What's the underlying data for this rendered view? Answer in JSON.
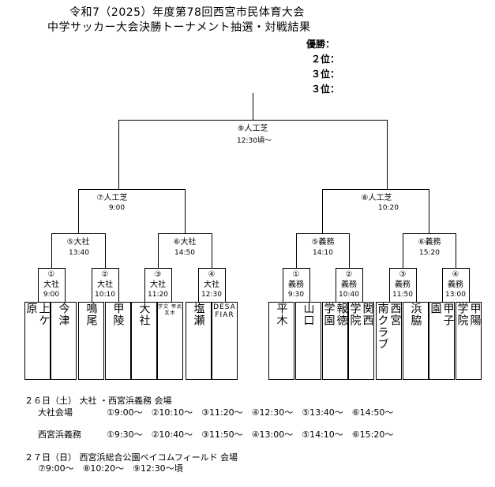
{
  "title": {
    "line1": "令和7（2025）年度第78回西宮市民体育大会",
    "line2": "中学サッカー大会決勝トーナメント抽選・対戦結果"
  },
  "results": [
    {
      "label": "優勝：",
      "value": ""
    },
    {
      "label": "２位：",
      "value": ""
    },
    {
      "label": "３位：",
      "value": ""
    },
    {
      "label": "３位：",
      "value": ""
    }
  ],
  "final": {
    "label": "⑨人工芝",
    "time": "12:30頃〜"
  },
  "semis": [
    {
      "label": "⑦人工芝",
      "time": "9:00"
    },
    {
      "label": "⑧人工芝",
      "time": "10:20"
    }
  ],
  "quarters": [
    {
      "label": "⑤大社",
      "time": "13:40"
    },
    {
      "label": "⑥大社",
      "time": "14:50"
    },
    {
      "label": "⑤義務",
      "time": "14:10"
    },
    {
      "label": "⑥義務",
      "time": "15:20"
    }
  ],
  "first_round": [
    {
      "num": "①",
      "venue": "大社",
      "time": "9:00"
    },
    {
      "num": "②",
      "venue": "大社",
      "time": "10:10"
    },
    {
      "num": "③",
      "venue": "大社",
      "time": "11:20"
    },
    {
      "num": "④",
      "venue": "大社",
      "time": "12:30"
    },
    {
      "num": "①",
      "venue": "義務",
      "time": "9:30"
    },
    {
      "num": "②",
      "venue": "義務",
      "time": "10:40"
    },
    {
      "num": "③",
      "venue": "義務",
      "time": "11:50"
    },
    {
      "num": "④",
      "venue": "義務",
      "time": "13:00"
    }
  ],
  "teams": [
    {
      "name": "上ケ原",
      "cols": [
        "上ケ",
        "原"
      ]
    },
    {
      "name": "今津",
      "cols": [
        "今津"
      ]
    },
    {
      "name": "鳴尾",
      "cols": [
        "鳴尾"
      ]
    },
    {
      "name": "甲陵",
      "cols": [
        "甲陵"
      ]
    },
    {
      "name": "大社",
      "cols": [
        "大社"
      ]
    },
    {
      "name": "学文・瓦木・甲武",
      "small": "学文 甲武 瓦木"
    },
    {
      "name": "塩瀬",
      "cols": [
        "塩瀬"
      ]
    },
    {
      "name": "DESA FIAR",
      "desa": "DESA FIAR"
    },
    {
      "name": "平木",
      "cols": [
        "平木"
      ]
    },
    {
      "name": "山口",
      "cols": [
        "山口"
      ]
    },
    {
      "name": "報徳学園",
      "cols": [
        "報徳",
        "学園"
      ]
    },
    {
      "name": "関西学院",
      "cols": [
        "関西",
        "学院"
      ]
    },
    {
      "name": "西宮南クラブ",
      "cols": [
        "西宮",
        "南クラブ"
      ]
    },
    {
      "name": "浜脇",
      "cols": [
        "浜脇"
      ]
    },
    {
      "name": "甲子園",
      "cols": [
        "甲子",
        "園"
      ]
    },
    {
      "name": "甲陽学院",
      "cols": [
        "甲陽",
        "学院"
      ]
    }
  ],
  "schedule": {
    "day1": "２６日（土） 大社 ・西宮浜義務 会場",
    "venue1": "大社会場",
    "venue1_slots": "①9:00〜　②10:10〜　③11:20〜　④12:30〜　⑤13:40〜　⑥14:50〜",
    "venue2": "西宮浜義務",
    "venue2_slots": "①9:30〜　②10:40〜　③11:50〜　④13:00〜　⑤14:10〜　⑥15:20〜",
    "day2": "２７日（日） 西宮浜総合公園ベイコムフィールド 会場",
    "day2_slots": "⑦9:00〜　⑧10:20〜　⑨12:30〜頃"
  }
}
